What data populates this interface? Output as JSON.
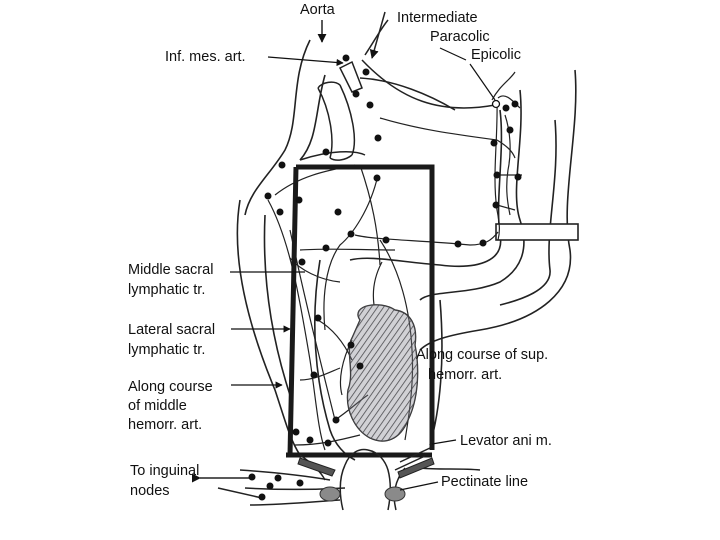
{
  "diagram": {
    "labels": {
      "aorta": "Aorta",
      "intermediate": "Intermediate",
      "paracolic": "Paracolic",
      "epicolic": "Epicolic",
      "inf_mes_art": "Inf. mes. art.",
      "middle_sacral": [
        "Middle sacral",
        "lymphatic tr."
      ],
      "lateral_sacral": [
        "Lateral sacral",
        "lymphatic tr."
      ],
      "middle_hemorr": [
        "Along course",
        "of middle",
        "hemorr. art."
      ],
      "sup_hemorr": [
        "Along course of sup.",
        "hemorr. art."
      ],
      "levator": "Levator ani m.",
      "inguinal": [
        "To inguinal",
        "nodes"
      ],
      "pectinate": "Pectinate line"
    },
    "colors": {
      "ink": "#111111",
      "box": "#1a1a1a",
      "tumor": "#7a7a86"
    }
  }
}
